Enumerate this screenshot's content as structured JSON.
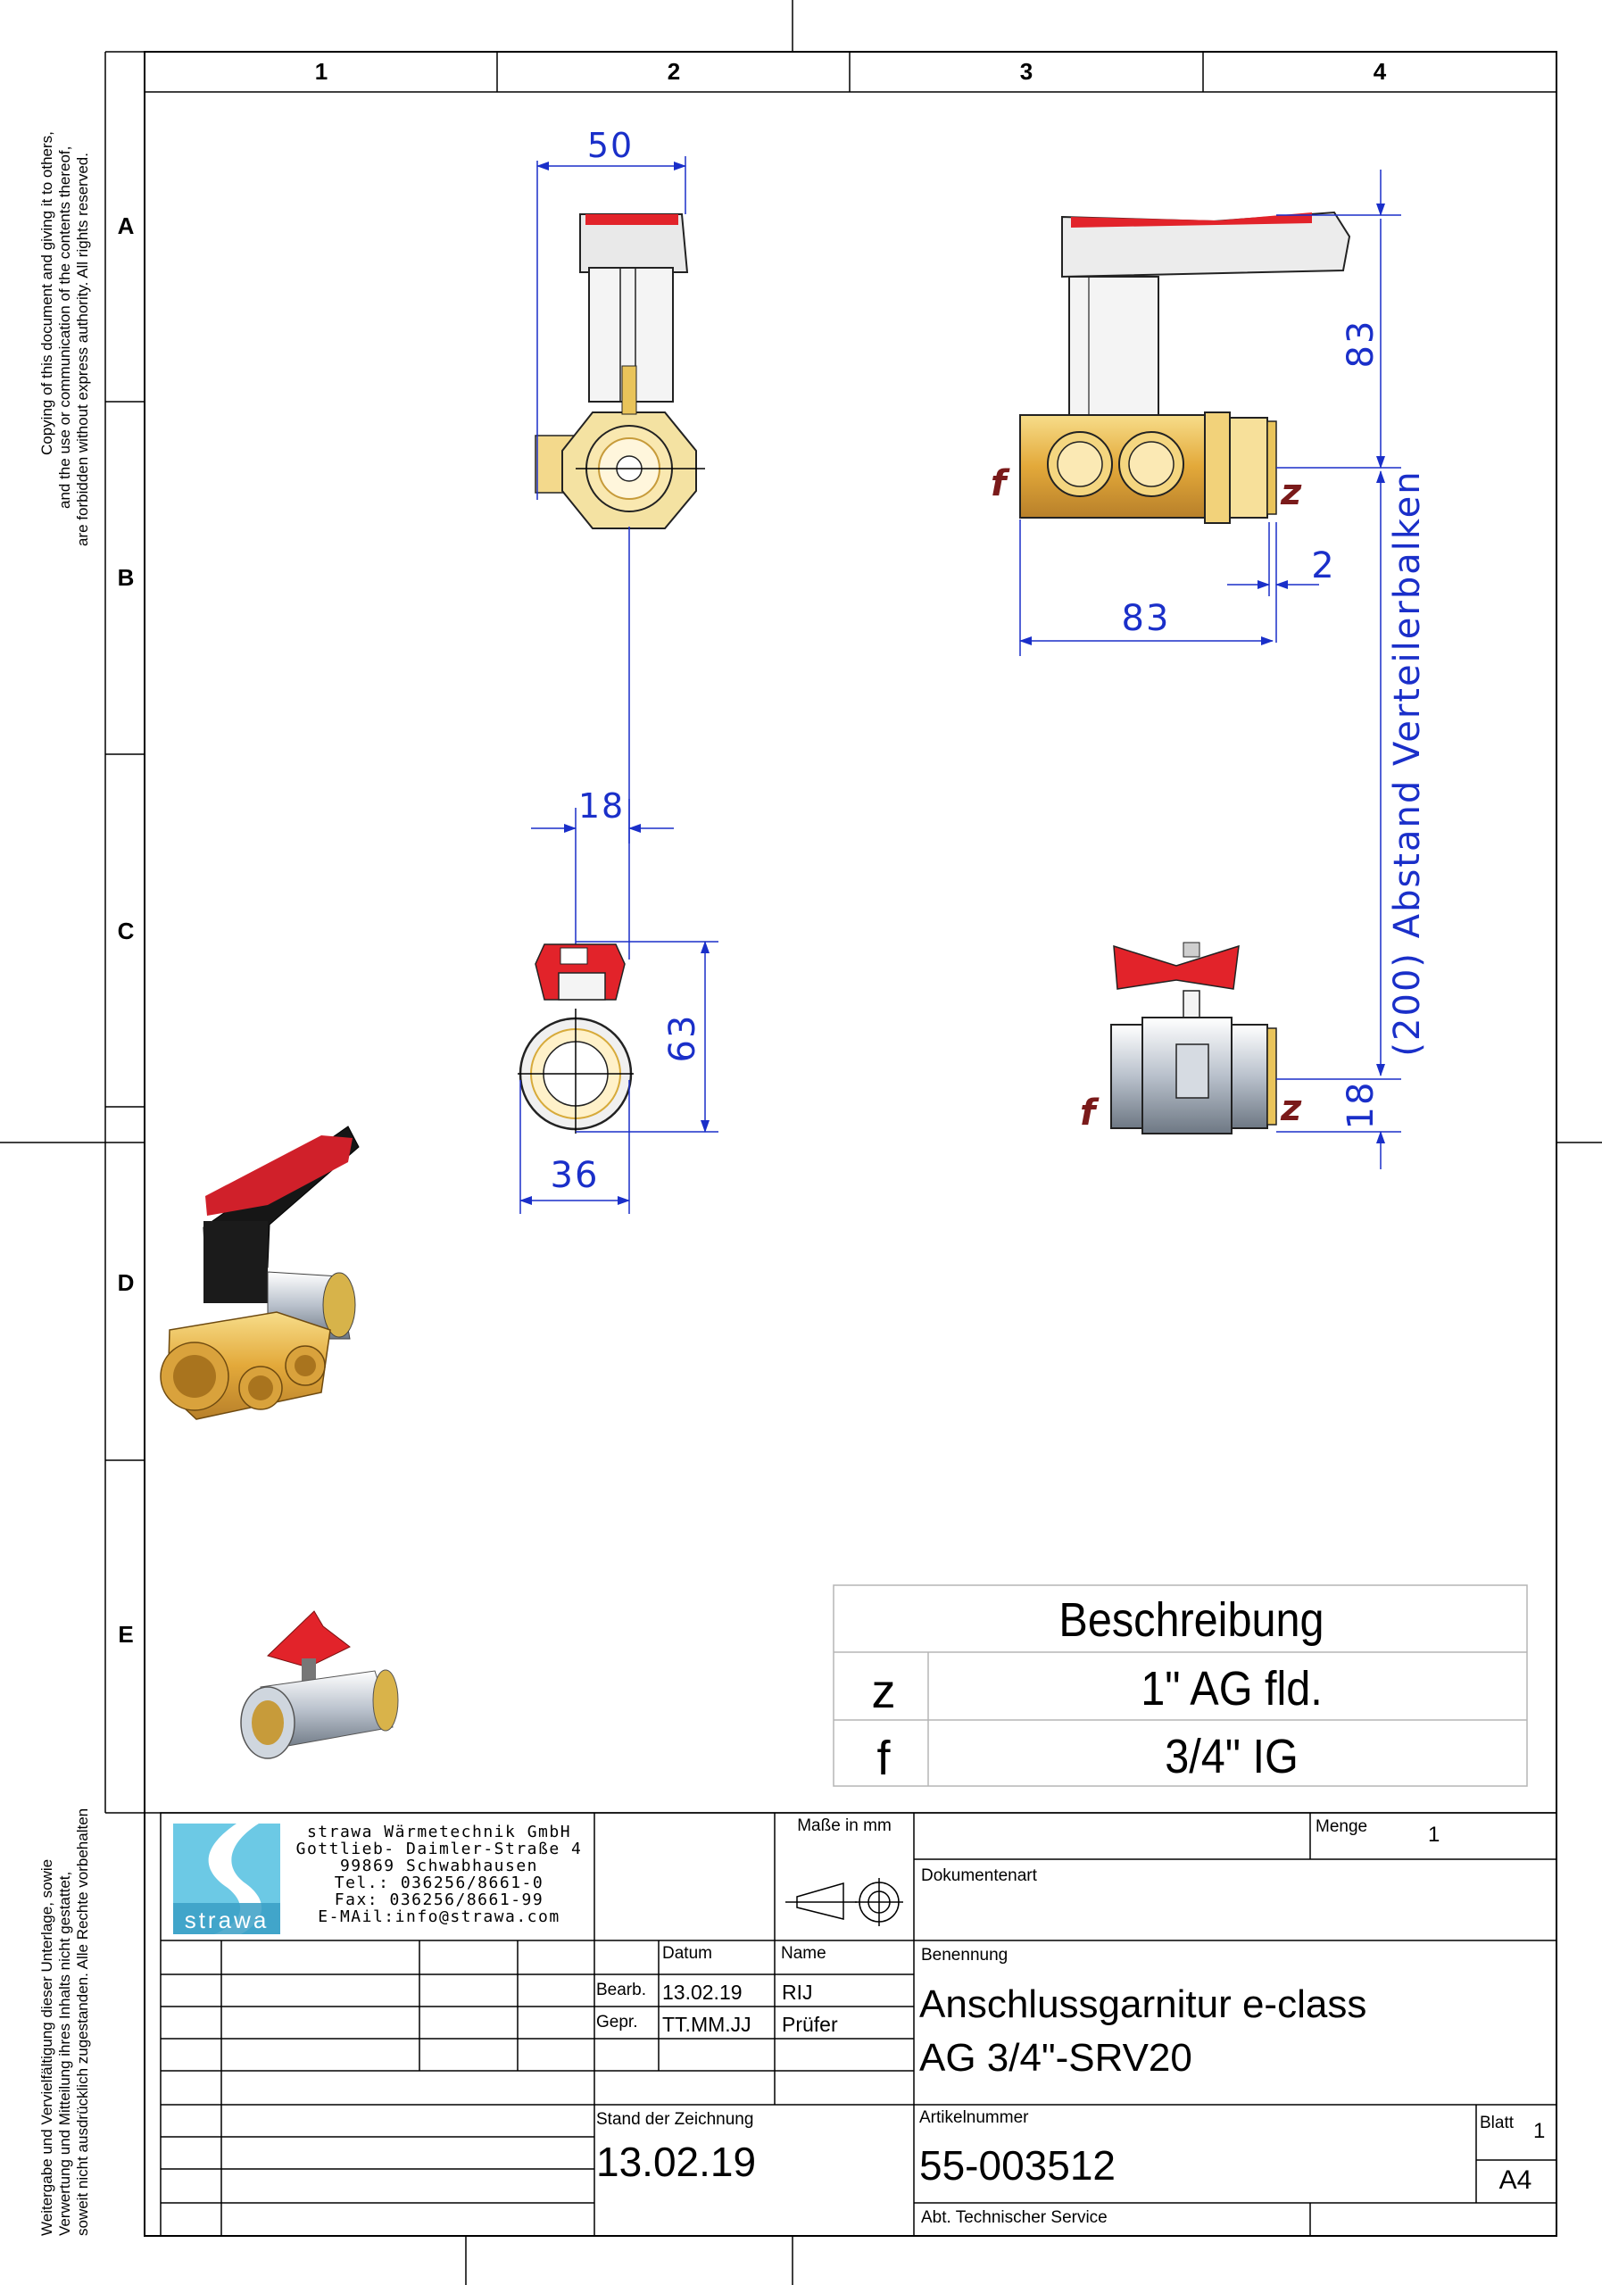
{
  "copyright": {
    "en": [
      "Copying of this document and giving it to others,",
      "and the use or communication of the contents thereof,",
      "are forbidden without express authority. All rights reserved."
    ],
    "de": [
      "Weitergabe und Vervielfältigung dieser Unterlage, sowie",
      "Verwertung und Mitteilung ihres Inhalts nicht gestattet,",
      "soweit nicht ausdrücklich zugestanden. Alle Rechte vorbehalten"
    ]
  },
  "grid": {
    "columns": [
      "1",
      "2",
      "3",
      "4"
    ],
    "rows": [
      "A",
      "B",
      "C",
      "D",
      "E"
    ]
  },
  "dimensions": {
    "top_width": "50",
    "side_height": "83",
    "side_width": "83",
    "offset": "2",
    "pipe_spacing": "18",
    "ball_height": "63",
    "ball_width": "36",
    "ball_offset": "18",
    "distance_label": "(200) Abstand Verteilerbalken"
  },
  "connection_labels": {
    "z": "z",
    "f": "f"
  },
  "description": {
    "header": "Beschreibung",
    "rows": [
      {
        "code": "z",
        "text": "1\" AG fld."
      },
      {
        "code": "f",
        "text": "3/4\" IG"
      }
    ]
  },
  "company": {
    "logo_text": "strawa",
    "lines": [
      "strawa Wärmetechnik GmbH",
      "Gottlieb- Daimler-Straße 4",
      "99869 Schwabhausen",
      "Tel.: 036256/8661-0",
      "Fax: 036256/8661-99",
      "E-MAil:info@strawa.com"
    ]
  },
  "titleblock": {
    "units_label": "Maße in mm",
    "menge_label": "Menge",
    "menge_value": "1",
    "dokumentenart_label": "Dokumentenart",
    "datum_label": "Datum",
    "name_label": "Name",
    "benennung_label": "Benennung",
    "bearb_label": "Bearb.",
    "bearb_date": "13.02.19",
    "bearb_name": "RIJ",
    "gepr_label": "Gepr.",
    "gepr_date": "TT.MM.JJ",
    "gepr_name": "Prüfer",
    "title_line1": "Anschlussgarnitur e-class",
    "title_line2": "AG 3/4\"-SRV20",
    "stand_label": "Stand der Zeichnung",
    "stand_value": "13.02.19",
    "artikel_label": "Artikelnummer",
    "artikel_value": "55-003512",
    "blatt_label": "Blatt",
    "blatt_value": "1",
    "format": "A4",
    "department": "Abt. Technischer Service"
  },
  "colors": {
    "dimension": "#1a2fc9",
    "brass": "#e9b84a",
    "handle_red": "#e2232a",
    "connection_label": "#7a1a1a"
  }
}
